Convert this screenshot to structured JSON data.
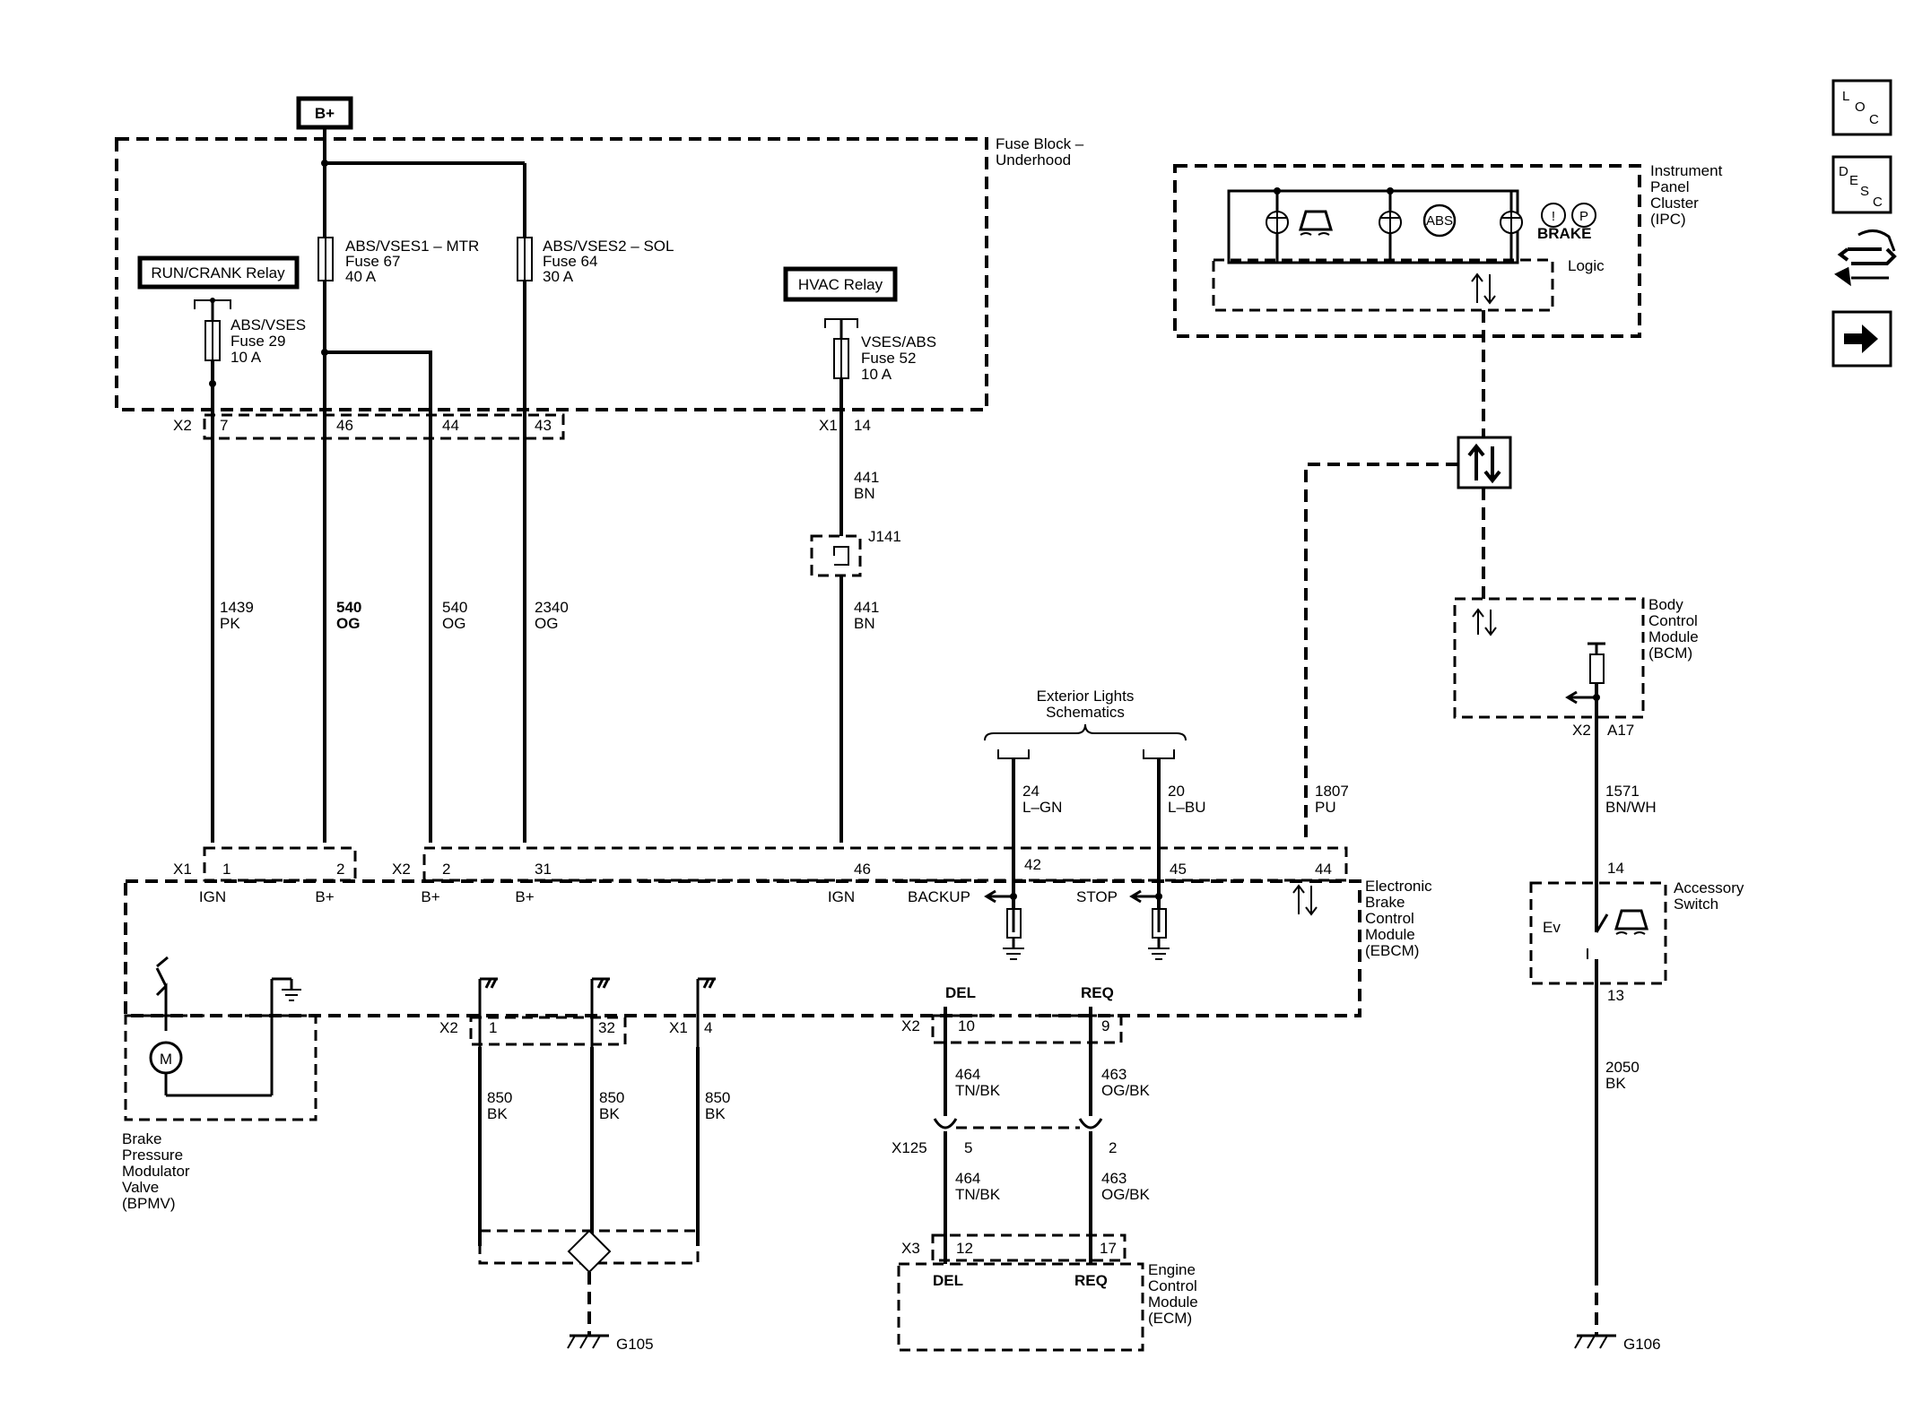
{
  "power_source": "B+",
  "fuse_block": {
    "title_line1": "Fuse Block –",
    "title_line2": "Underhood"
  },
  "relays": {
    "run_crank": "RUN/CRANK Relay",
    "hvac": "HVAC Relay"
  },
  "fuses": {
    "f29": [
      "ABS/VSES",
      "Fuse 29",
      "10 A"
    ],
    "f67": [
      "ABS/VSES1 – MTR",
      "Fuse 67",
      "40 A"
    ],
    "f64": [
      "ABS/VSES2 – SOL",
      "Fuse 64",
      "30 A"
    ],
    "f52": [
      "VSES/ABS",
      "Fuse 52",
      "10 A"
    ]
  },
  "connectors": {
    "x2": "X2",
    "x1": "X1",
    "x3": "X3",
    "x125": "X125",
    "pins_top": [
      "7",
      "46",
      "44",
      "43",
      "14"
    ],
    "ebcm_x1_1": "1",
    "ebcm_x1_2": "2",
    "ebcm_x2_2": "2",
    "ebcm_x2_31": "31",
    "ebcm_46": "46",
    "ebcm_42": "42",
    "ebcm_45": "45",
    "ebcm_44": "44",
    "bottom_1": "1",
    "bottom_32": "32",
    "bottom_4": "4",
    "bottom_10": "10",
    "bottom_9": "9",
    "x125_5": "5",
    "x125_2": "2",
    "x3_12": "12",
    "x3_17": "17",
    "bcm_a17": "A17",
    "acc_14": "14",
    "acc_13": "13",
    "splice": "J141"
  },
  "wires": {
    "w1439": [
      "1439",
      "PK"
    ],
    "w540a": [
      "540",
      "OG"
    ],
    "w540b": [
      "540",
      "OG"
    ],
    "w2340": [
      "2340",
      "OG"
    ],
    "w441a": [
      "441",
      "BN"
    ],
    "w441b": [
      "441",
      "BN"
    ],
    "w24": [
      "24",
      "L–GN"
    ],
    "w20": [
      "20",
      "L–BU"
    ],
    "w1807": [
      "1807",
      "PU"
    ],
    "w1571": [
      "1571",
      "BN/WH"
    ],
    "w850a": [
      "850",
      "BK"
    ],
    "w850b": [
      "850",
      "BK"
    ],
    "w850c": [
      "850",
      "BK"
    ],
    "w464a": [
      "464",
      "TN/BK"
    ],
    "w463a": [
      "463",
      "OG/BK"
    ],
    "w464b": [
      "464",
      "TN/BK"
    ],
    "w463b": [
      "463",
      "OG/BK"
    ],
    "w2050": [
      "2050",
      "BK"
    ]
  },
  "ebcm": {
    "title": [
      "Electronic",
      "Brake",
      "Control",
      "Module",
      "(EBCM)"
    ],
    "pins": [
      "IGN",
      "B+",
      "B+",
      "B+",
      "IGN",
      "BACKUP",
      "STOP"
    ]
  },
  "bpmv": {
    "title": [
      "Brake",
      "Pressure",
      "Modulator",
      "Valve",
      "(BPMV)"
    ],
    "motor": "M"
  },
  "ecm": {
    "title": [
      "Engine",
      "Control",
      "Module",
      "(ECM)"
    ],
    "del": "DEL",
    "req": "REQ"
  },
  "ecm_link": {
    "del": "DEL",
    "req": "REQ"
  },
  "ipc": {
    "title": [
      "Instrument",
      "Panel",
      "Cluster",
      "(IPC)"
    ],
    "logic": "Logic",
    "brake": "BRAKE",
    "abs": "ABS"
  },
  "bcm": {
    "title": [
      "Body",
      "Control",
      "Module",
      "(BCM)"
    ]
  },
  "accessory": {
    "title": [
      "Accessory",
      "Switch"
    ],
    "ev": "Ev"
  },
  "exterior": {
    "title": [
      "Exterior Lights",
      "Schematics"
    ]
  },
  "grounds": {
    "g105": "G105",
    "g106": "G106"
  },
  "side_icons": [
    "loc-icon",
    "desc-icon",
    "connector-icon",
    "next-arrow-icon"
  ]
}
